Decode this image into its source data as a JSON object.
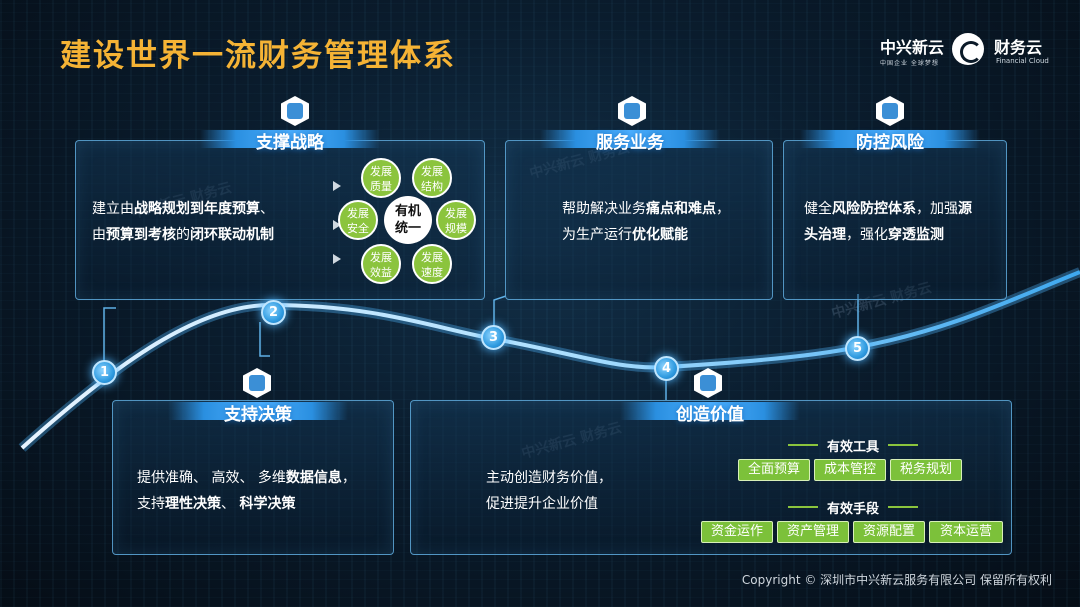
{
  "title": "建设世界一流财务管理体系",
  "brand": {
    "name1": "中兴新云",
    "name1_sub": "中国企业 全球梦想",
    "name2": "财务云",
    "name2_sub": "Financial Cloud",
    "logo_icon": "swirl-logo-icon"
  },
  "sections": {
    "strategy": {
      "label": "支撑战略",
      "icon": "strategy-icon",
      "text_line1": [
        "建立由",
        "战略规划到年度预算",
        "、"
      ],
      "text_line2": [
        "由",
        "预算到考核",
        "的",
        "闭环联动机制",
        ""
      ]
    },
    "service": {
      "label": "服务业务",
      "icon": "service-icon",
      "text_line1": [
        "帮助解决业务",
        "痛点和难点",
        "，"
      ],
      "text_line2": [
        "为生产运行",
        "优化赋能",
        ""
      ]
    },
    "risk": {
      "label": "防控风险",
      "icon": "risk-alarm-icon",
      "text_line1": [
        "健全",
        "风险防控体系",
        "，加强",
        "源"
      ],
      "text_line2": [
        "头治理",
        "，强化",
        "穿透监测",
        ""
      ]
    },
    "decision": {
      "label": "支持决策",
      "icon": "search-decision-icon",
      "text_line1": [
        "提供准确、 高效、 多维",
        "数据信息",
        "，"
      ],
      "text_line2": [
        "支持",
        "理性决策",
        "、 ",
        "科学决策",
        ""
      ]
    },
    "value": {
      "label": "创造价值",
      "icon": "value-icon",
      "text_line1": "主动创造财务价值，",
      "text_line2": "促进提升企业价值"
    }
  },
  "flower": {
    "center": [
      "有机",
      "统一"
    ],
    "petals": [
      [
        "发展",
        "质量"
      ],
      [
        "发展",
        "结构"
      ],
      [
        "发展",
        "规模"
      ],
      [
        "发展",
        "速度"
      ],
      [
        "发展",
        "效益"
      ],
      [
        "发展",
        "安全"
      ]
    ]
  },
  "nodes": [
    "1",
    "2",
    "3",
    "4",
    "5"
  ],
  "tools": {
    "head": "有效工具",
    "items": [
      "全面预算",
      "成本管控",
      "税务规划"
    ]
  },
  "means": {
    "head": "有效手段",
    "items": [
      "资金运作",
      "资产管理",
      "资源配置",
      "资本运营"
    ]
  },
  "watermark": [
    "中兴新云",
    "财务云"
  ],
  "copyright": "Copyright © 深圳市中兴新云服务有限公司 保留所有权利",
  "colors": {
    "title": "#f5b335",
    "accent_blue": "#4db0ff",
    "green": "#8bc43d"
  }
}
